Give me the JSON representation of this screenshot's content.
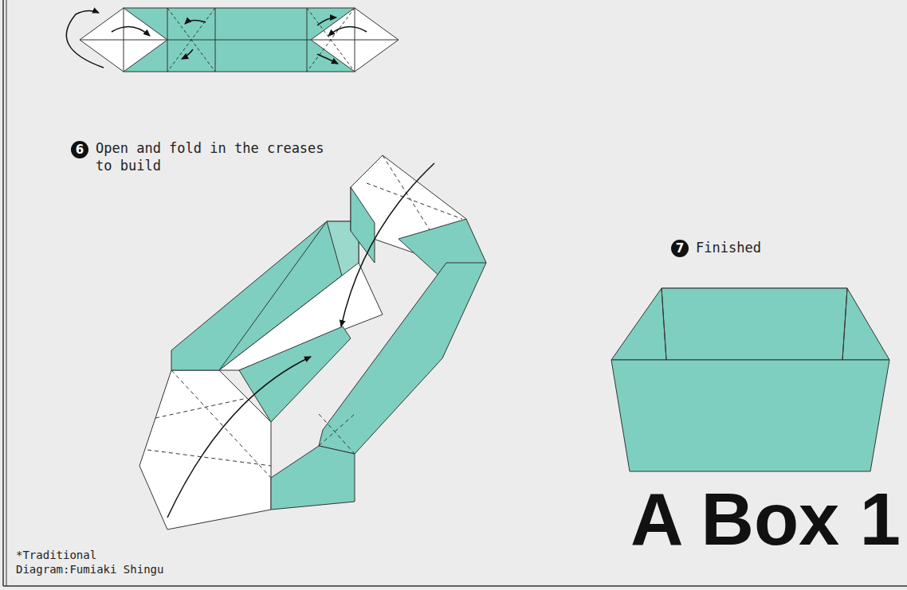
{
  "diagram": {
    "title": "A Box 1",
    "labels": [
      "6",
      "Open and fold in the creases to build",
      "7",
      "Finished",
      "*Traditional",
      "Diagram:Fumiaki Shingu"
    ]
  }
}
